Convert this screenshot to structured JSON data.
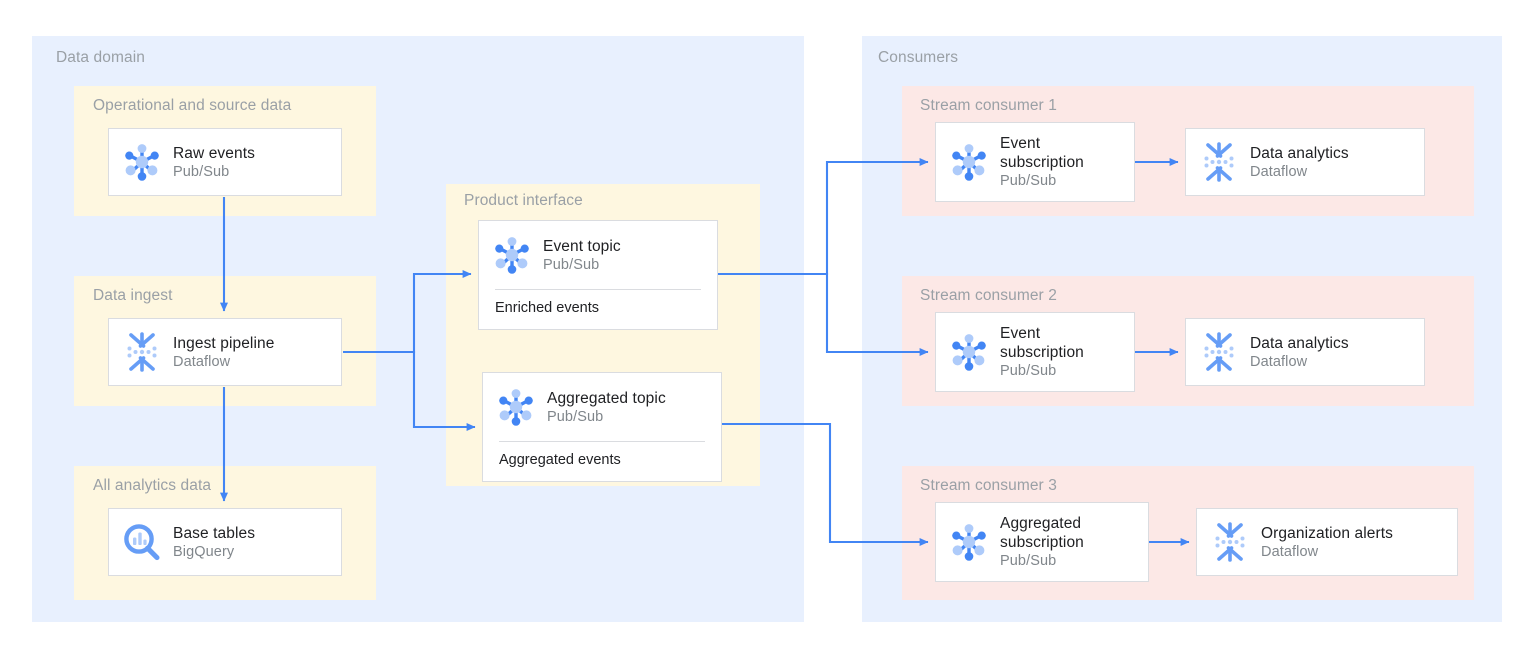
{
  "regions": [
    {
      "name": "data-domain",
      "label": "Data domain"
    },
    {
      "name": "consumers",
      "label": "Consumers"
    }
  ],
  "groups": [
    {
      "name": "operational-and-source-data",
      "label": "Operational and source data"
    },
    {
      "name": "data-ingest",
      "label": "Data ingest"
    },
    {
      "name": "all-analytics-data",
      "label": "All analytics data"
    },
    {
      "name": "product-interface",
      "label": "Product interface"
    },
    {
      "name": "stream-consumer-1",
      "label": "Stream consumer 1"
    },
    {
      "name": "stream-consumer-2",
      "label": "Stream consumer 2"
    },
    {
      "name": "stream-consumer-3",
      "label": "Stream consumer 3"
    }
  ],
  "cards": {
    "raw_events": {
      "title": "Raw events",
      "service": "Pub/Sub",
      "icon": "pubsub-icon"
    },
    "ingest_pipeline": {
      "title": "Ingest pipeline",
      "service": "Dataflow",
      "icon": "dataflow-icon"
    },
    "base_tables": {
      "title": "Base tables",
      "service": "BigQuery",
      "icon": "bigquery-icon"
    },
    "event_topic": {
      "title": "Event topic",
      "service": "Pub/Sub",
      "icon": "pubsub-icon",
      "footer": "Enriched events"
    },
    "aggregated_topic": {
      "title": "Aggregated topic",
      "service": "Pub/Sub",
      "icon": "pubsub-icon",
      "footer": "Aggregated events"
    },
    "event_subscription_1": {
      "title": "Event subscription",
      "service": "Pub/Sub",
      "icon": "pubsub-icon"
    },
    "data_analytics_1": {
      "title": "Data analytics",
      "service": "Dataflow",
      "icon": "dataflow-icon"
    },
    "event_subscription_2": {
      "title": "Event subscription",
      "service": "Pub/Sub",
      "icon": "pubsub-icon"
    },
    "data_analytics_2": {
      "title": "Data analytics",
      "service": "Dataflow",
      "icon": "dataflow-icon"
    },
    "aggregated_subscription": {
      "title": "Aggregated subscription",
      "service": "Pub/Sub",
      "icon": "pubsub-icon"
    },
    "organization_alerts": {
      "title": "Organization alerts",
      "service": "Dataflow",
      "icon": "dataflow-icon"
    }
  },
  "colors": {
    "region_background": "#e8f0fe",
    "group_yellow": "#fef7e0",
    "group_pink": "#fce8e6",
    "card_background": "#ffffff",
    "card_border": "#dadce0",
    "connector": "#4285f4",
    "title_text": "#202124",
    "muted_text": "#80868b",
    "group_label_text": "#9aa0a6",
    "icon_blue": "#669df6",
    "icon_blue_dark": "#4285f4",
    "icon_blue_light": "#aecbfa"
  },
  "connectors": [
    {
      "name": "raw-events-to-ingest-pipeline",
      "from": "raw_events",
      "to": "ingest_pipeline"
    },
    {
      "name": "ingest-pipeline-to-base-tables",
      "from": "ingest_pipeline",
      "to": "base_tables"
    },
    {
      "name": "ingest-pipeline-to-event-topic",
      "from": "ingest_pipeline",
      "to": "event_topic"
    },
    {
      "name": "ingest-pipeline-to-aggregated-topic",
      "from": "ingest_pipeline",
      "to": "aggregated_topic"
    },
    {
      "name": "event-topic-to-event-subscription-1",
      "from": "event_topic",
      "to": "event_subscription_1"
    },
    {
      "name": "event-topic-to-event-subscription-2",
      "from": "event_topic",
      "to": "event_subscription_2"
    },
    {
      "name": "aggregated-topic-to-aggregated-subscription",
      "from": "aggregated_topic",
      "to": "aggregated_subscription"
    },
    {
      "name": "event-subscription-1-to-data-analytics-1",
      "from": "event_subscription_1",
      "to": "data_analytics_1"
    },
    {
      "name": "event-subscription-2-to-data-analytics-2",
      "from": "event_subscription_2",
      "to": "data_analytics_2"
    },
    {
      "name": "aggregated-subscription-to-organization-alerts",
      "from": "aggregated_subscription",
      "to": "organization_alerts"
    }
  ]
}
